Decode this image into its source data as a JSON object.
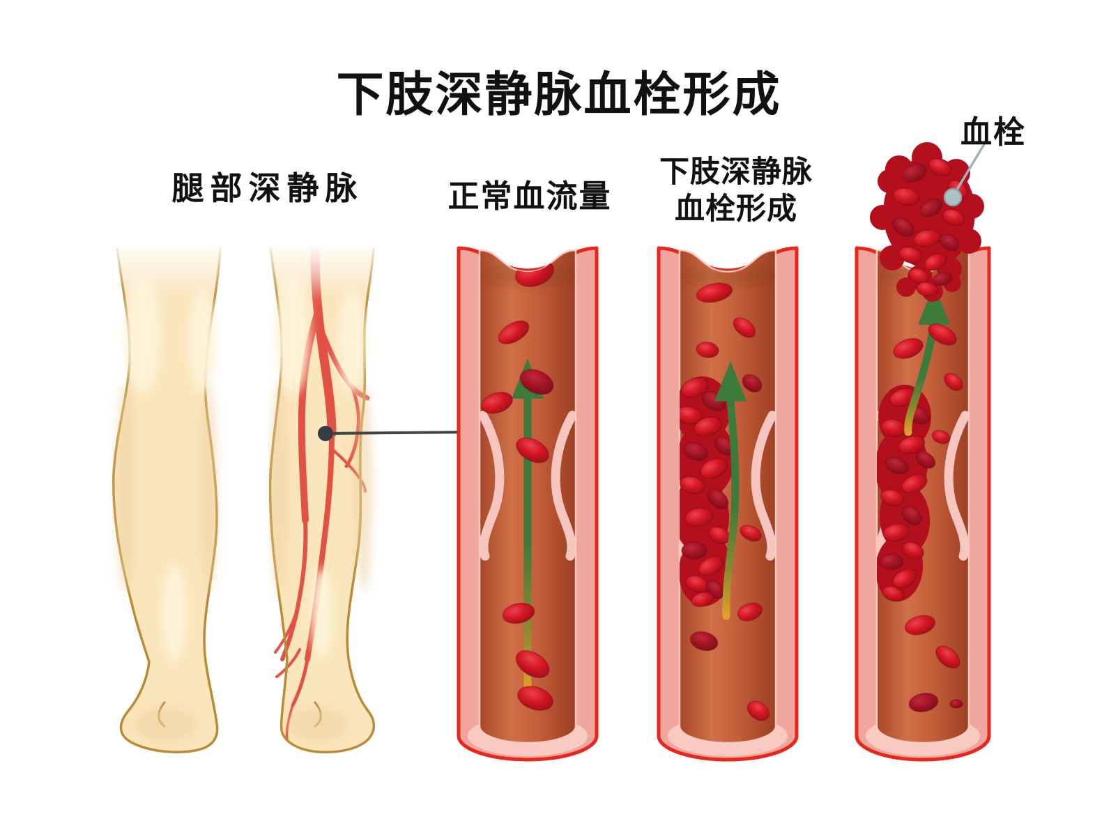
{
  "title": {
    "text": "下肢深静脉血栓形成"
  },
  "labels": {
    "legs": "腿部深静脉",
    "normal_flow": "正常血流量",
    "dvt_line1": "下肢深静脉",
    "dvt_line2": "血栓形成",
    "thrombus": "血栓"
  },
  "colors": {
    "background": "#ffffff",
    "text": "#111111",
    "skin": "#fae5bc",
    "skin_outline": "#b98b35",
    "skin_highlight": "#fdf3d9",
    "skin_shadow": "#eed1a0",
    "leg_vein": "#e25243",
    "leg_vein_fade": "#f3b9a8",
    "vessel_outline": "#e7261c",
    "vessel_wall": "#f0a69d",
    "vessel_wall_light": "#f8cac2",
    "lumen_edge": "#a84628",
    "lumen_light": "#cf7048",
    "lumen_mid": "#c25d38",
    "lumen_dark": "#9c3f22",
    "valve": "#f7c6c0",
    "arrow_green": "#3e7b3b",
    "arrow_mid": "#8f8a2f",
    "arrow_orange": "#dfa02c",
    "rbc_hi": "#ee4150",
    "rbc_bright": "#d21522",
    "rbc_rim": "#8e0d1a",
    "rbc_dhi": "#bf2a38",
    "rbc_dark": "#a31326",
    "rbc_drim": "#6e0e18",
    "clot": "#b30f1d",
    "callout_line": "#3e4549",
    "callout_dot": "#353d43",
    "pointer_line": "#9fb4b8",
    "pointer_dot": "#aec1c5",
    "pointer_dot_ring": "#8da1a5"
  }
}
